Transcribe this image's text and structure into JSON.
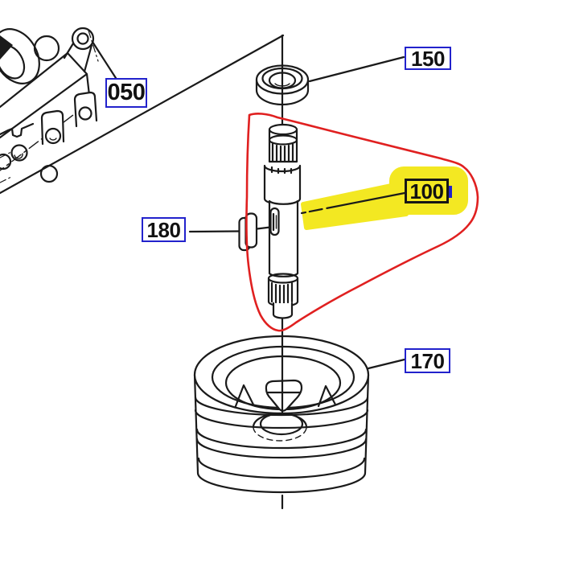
{
  "diagram": {
    "kind": "exploded-parts-diagram",
    "highlighted_label": "100"
  },
  "labels": {
    "l050": {
      "text": "050",
      "highlighted": false
    },
    "l150": {
      "text": "150",
      "highlighted": false
    },
    "l100": {
      "text": "100",
      "highlighted": true
    },
    "l180": {
      "text": "180",
      "highlighted": false
    },
    "l170": {
      "text": "170",
      "highlighted": false
    }
  },
  "parts": {
    "p050": "gear-case-fragment",
    "p150": "oil-seal",
    "p100": "drive-shaft",
    "p180": "feather-key",
    "p170": "v-belt-pulley"
  },
  "colors": {
    "label_border": "#2222cc",
    "line_art": "#1a1a1a",
    "highlight": "#f3e822",
    "annotation_circle": "#e02020",
    "background": "#ffffff"
  }
}
